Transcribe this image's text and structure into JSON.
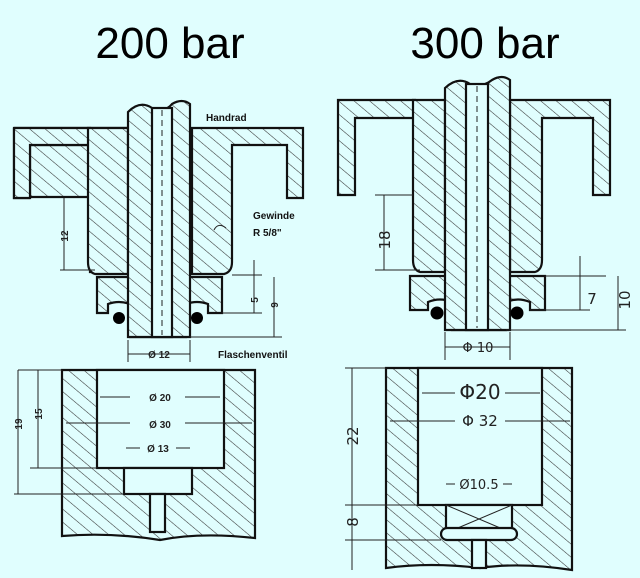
{
  "titles": {
    "left": "200 bar",
    "right": "300 bar"
  },
  "left": {
    "labels": {
      "handwheel": "Handrad",
      "thread": "Gewinde",
      "thread_size": "R 5/8\"",
      "valve": "Flaschenventil"
    },
    "dims": {
      "d12": "12",
      "d5": "5",
      "d9": "9",
      "shaft_dia": "Ø 12",
      "dia20": "Ø 20",
      "dia30": "Ø 30",
      "dia13": "Ø 13",
      "d19": "19",
      "d15": "15"
    }
  },
  "right": {
    "dims": {
      "d18": "18",
      "d7": "7",
      "d10": "10",
      "shaft_dia": "Φ 10",
      "dia20": "Φ20",
      "dia32": "Φ 32",
      "dia105": "Ø10.5",
      "d22": "22",
      "d8": "8"
    }
  },
  "colors": {
    "background": "#e0fefe",
    "ink": "#111111"
  }
}
